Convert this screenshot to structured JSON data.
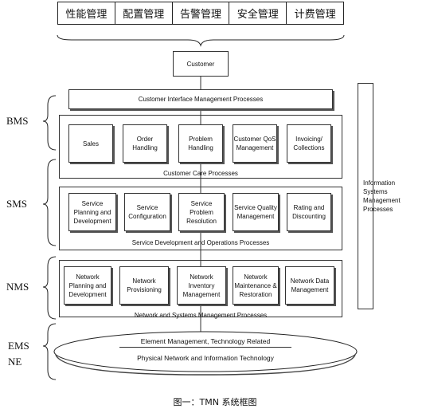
{
  "tabs": [
    "性能管理",
    "配置管理",
    "告警管理",
    "安全管理",
    "计费管理"
  ],
  "customer": "Customer",
  "cim": "Customer Interface Management Processes",
  "bms_label": "BMS",
  "sms_label": "SMS",
  "nms_label": "NMS",
  "ems_label": "EMS",
  "ne_label": "NE",
  "bms_boxes": [
    "Sales",
    "Order Handling",
    "Problem Handling",
    "Customer QoS Management",
    "Invoicing/ Collections"
  ],
  "bms_caption": "Customer Care Processes",
  "sms_boxes": [
    "Service Planning and Development",
    "Service Configuration",
    "Service Problem Resolution",
    "Service Quality Management",
    "Rating and Discounting"
  ],
  "sms_caption": "Service Development and Operations Processes",
  "nms_boxes": [
    "Network Planning and Development",
    "Network Provisioning",
    "Network Inventory Management",
    "Network Maintenance & Restoration",
    "Network Data Management"
  ],
  "nms_caption": "Network and Systems Management Processes",
  "ems_text": "Element Management, Technology Related",
  "ne_text": "Physical Network and Information Technology",
  "info_systems": "Information Systems Management Processes",
  "figure_caption": "图一：TMN 系统框图"
}
